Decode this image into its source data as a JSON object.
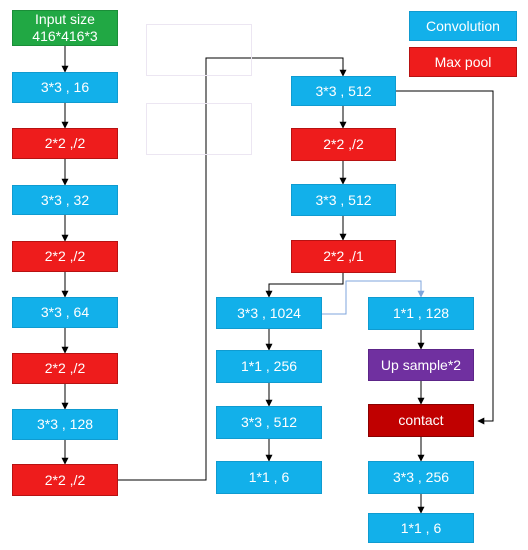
{
  "legend": {
    "convolution": "Convolution",
    "max_pool": "Max pool"
  },
  "input": {
    "line1": "Input size",
    "line2": "416*416*3"
  },
  "col1": [
    "3*3 , 16",
    "2*2 ,/2",
    "3*3 , 32",
    "2*2 ,/2",
    "3*3 , 64",
    "2*2 ,/2",
    "3*3 , 128",
    "2*2 ,/2"
  ],
  "col2": [
    "3*3 , 512",
    "2*2 ,/2",
    "3*3 , 512",
    "2*2 ,/1"
  ],
  "col3": [
    "3*3 , 1024",
    "1*1 , 256",
    "3*3 , 512",
    "1*1 , 6"
  ],
  "col4": [
    "1*1 , 128",
    "Up sample*2",
    "contact",
    "3*3 , 256",
    "1*1 , 6"
  ],
  "colors": {
    "convolution": "#12b0ea",
    "max_pool": "#ee1c1c",
    "input": "#21a844",
    "upsample": "#7030a0",
    "concat": "#c00000",
    "route_line": "#7fa6dc"
  }
}
